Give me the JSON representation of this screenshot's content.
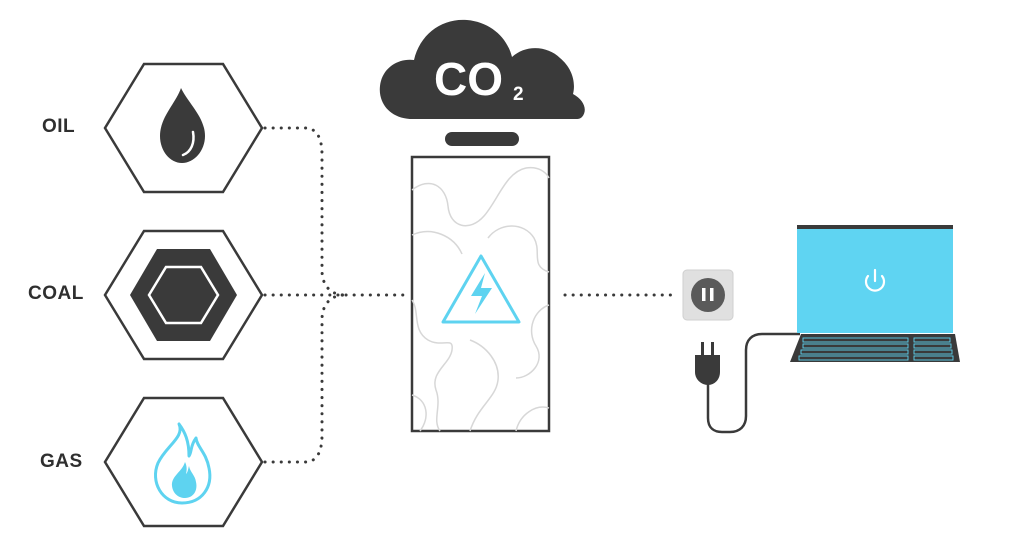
{
  "sources": [
    {
      "label": "OIL",
      "icon": "oil-drop-icon"
    },
    {
      "label": "COAL",
      "icon": "coal-hexagon-icon"
    },
    {
      "label": "GAS",
      "icon": "gas-flame-icon"
    }
  ],
  "emission": {
    "main": "CO",
    "subscript": "2",
    "icon": "cloud-icon"
  },
  "plant": {
    "icon": "lightning-warning-icon"
  },
  "outlet": {
    "icon": "power-outlet-icon"
  },
  "plug": {
    "icon": "power-plug-icon"
  },
  "laptop": {
    "icon": "power-button-icon"
  },
  "colors": {
    "dark": "#3a3a3a",
    "accent": "#5ed3f0",
    "screen": "#5fd4f2",
    "line": "#3a3a3a"
  }
}
